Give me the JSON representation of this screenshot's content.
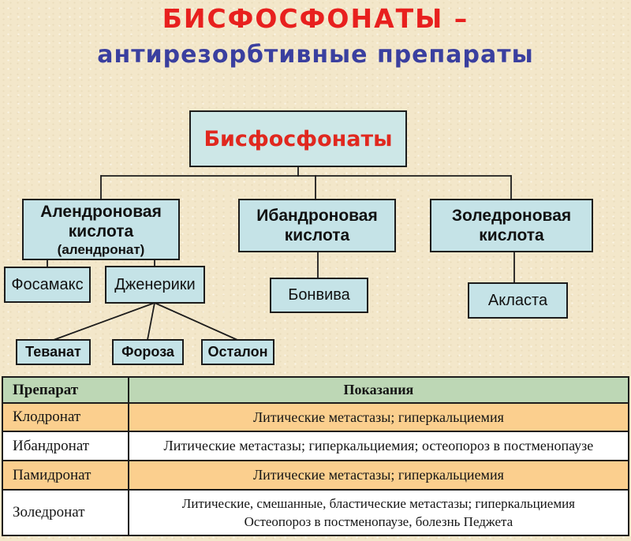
{
  "title": {
    "line1": "БИСФОСФОНАТЫ –",
    "line2": "антирезорбтивные препараты"
  },
  "diagram": {
    "nodes": {
      "root": "Бисфосфонаты",
      "alendronic": "Алендроновая кислота",
      "alendronic_sub": "(алендронат)",
      "ibandronic": "Ибандроновая кислота",
      "zoledronic": "Золедроновая кислота",
      "fosamax": "Фосамакс",
      "generics": "Дженерики",
      "bonviva": "Бонвива",
      "aclasta": "Акласта",
      "tevanat": "Теванат",
      "foroza": "Фороза",
      "ostalon": "Осталон"
    },
    "hierarchy_note": "root > [alendronic > (fosamax, generics > (tevanat, foroza, ostalon)), ibandronic > bonviva, zoledronic > aclasta]"
  },
  "table": {
    "headers": [
      "Препарат",
      "Показания"
    ],
    "rows": [
      {
        "drug": "Клодронат",
        "lines": [
          "Литические метастазы; гиперкальциемия"
        ]
      },
      {
        "drug": "Ибандронат",
        "lines": [
          "Литические метастазы; гиперкальциемия; остеопороз в постменопаузе"
        ]
      },
      {
        "drug": "Памидронат",
        "lines": [
          "Литические метастазы; гиперкальциемия"
        ]
      },
      {
        "drug": "Золедронат",
        "lines": [
          "Литические, смешанные, бластические метастазы; гиперкальциемия",
          "Остеопороз в постменопаузе, болезнь Педжета"
        ]
      }
    ]
  },
  "colors": {
    "background": "#f3e7ca",
    "title_red": "#e8201e",
    "title_blue": "#3a3f9f",
    "root_text_red": "#e0281f",
    "node_fill": "#c5e3e7",
    "node_border": "#1c1c1c",
    "table_header_green": "#bdd7b5",
    "table_row_orange": "#fbcf8e",
    "table_row_white": "#ffffff"
  }
}
